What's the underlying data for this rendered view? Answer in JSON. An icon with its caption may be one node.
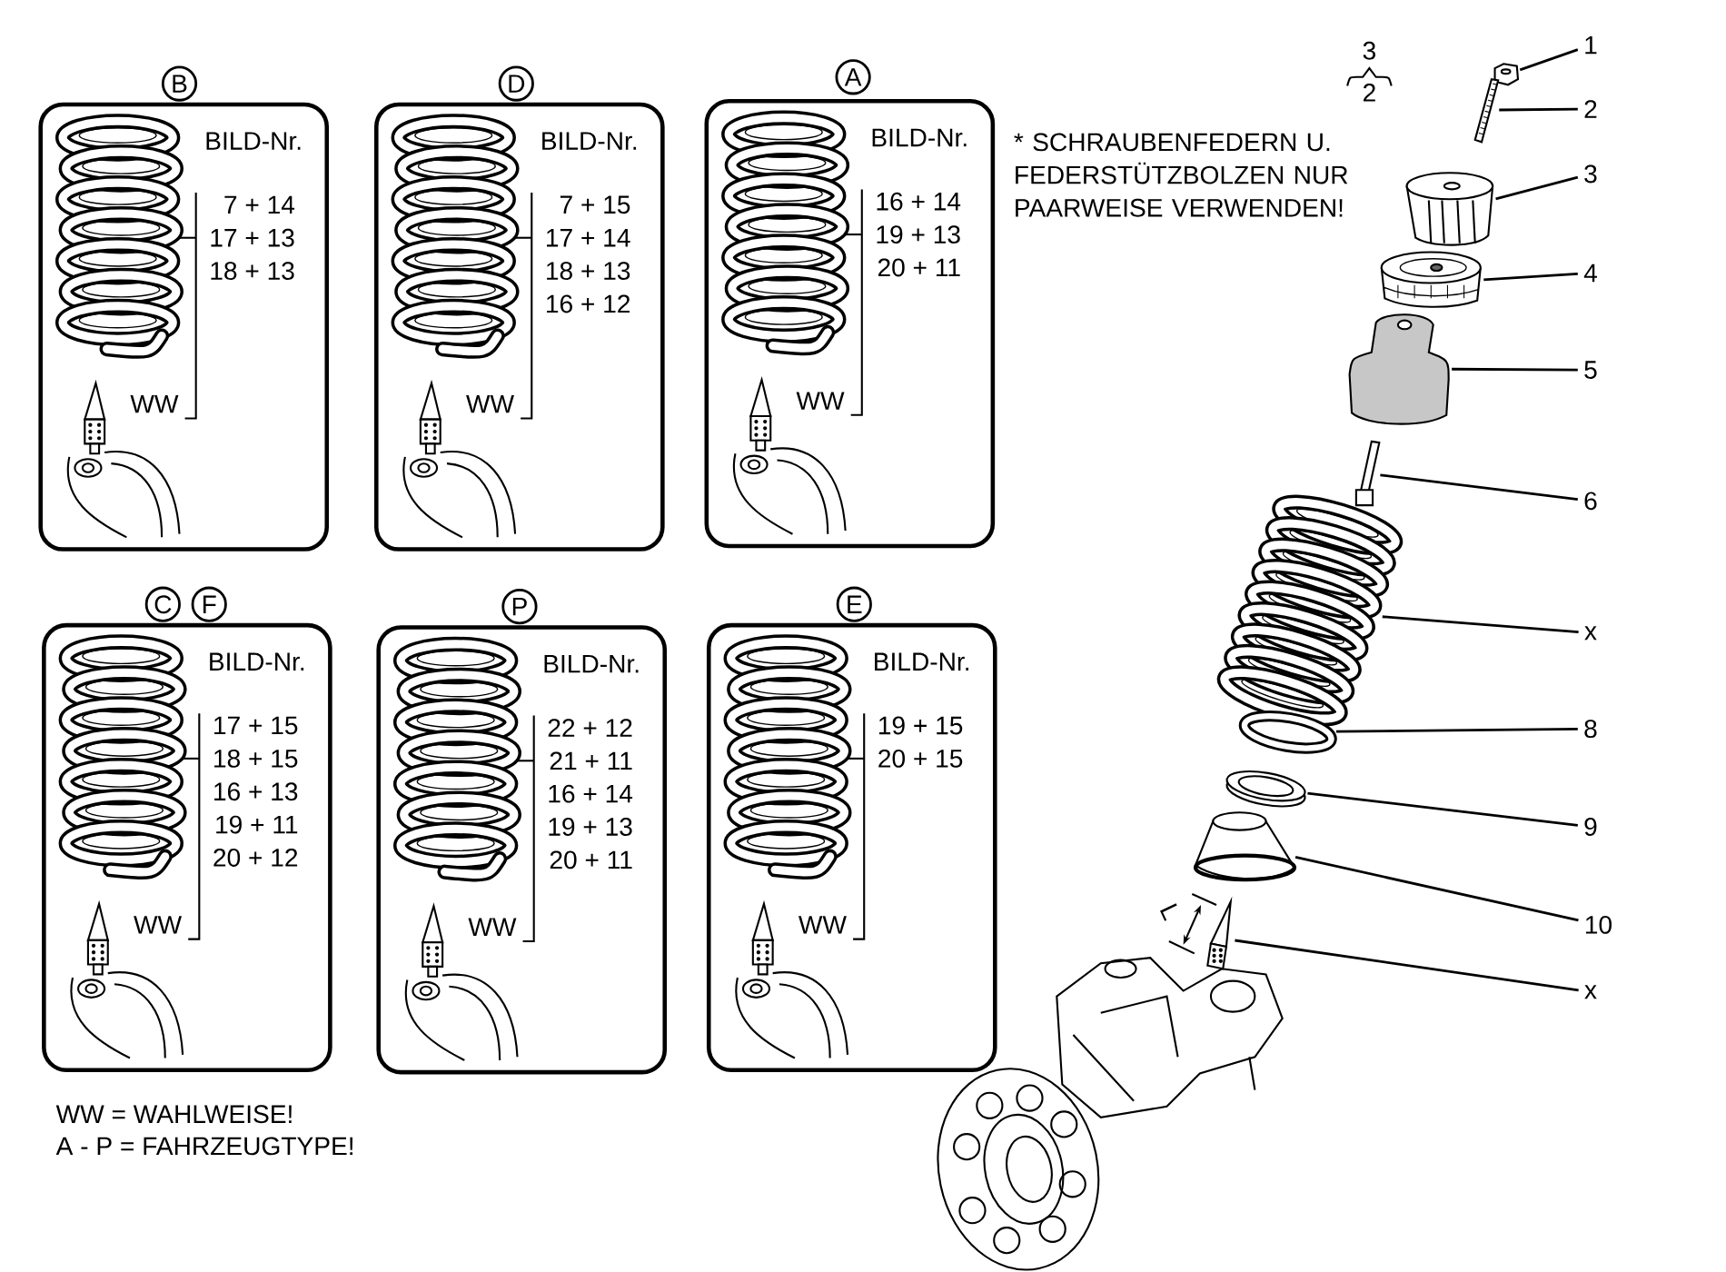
{
  "diagram": {
    "nodes": [
      {
        "text": [
          "B"
        ]
      },
      {
        "text": [
          "BILD-Nr.",
          "7 + 14",
          "17 + 13",
          "18 + 13",
          "WW"
        ]
      },
      {
        "text": [
          "D"
        ]
      },
      {
        "text": [
          "BILD-Nr.",
          "7 + 15",
          "17 + 14",
          "18 + 13",
          "16 + 12",
          "WW"
        ]
      },
      {
        "text": [
          "A"
        ]
      },
      {
        "text": [
          "BILD-Nr.",
          "16 + 14",
          "19 + 13",
          "20 + 11",
          "WW"
        ]
      },
      {
        "text": [
          "C"
        ]
      },
      {
        "text": [
          "F"
        ]
      },
      {
        "text": [
          "BILD-Nr.",
          "17 + 15",
          "18 + 15",
          "16 + 13",
          "19 + 11",
          "20 + 12",
          "WW"
        ]
      },
      {
        "text": [
          "P"
        ]
      },
      {
        "text": [
          "BILD-Nr.",
          "22 + 12",
          "21 + 11",
          "16 + 14",
          "19 + 13",
          "20 + 11",
          "WW"
        ]
      },
      {
        "text": [
          "E"
        ]
      },
      {
        "text": [
          "BILD-Nr.",
          "19 + 15",
          "20 + 15",
          "WW"
        ]
      },
      {
        "text": [
          "1"
        ]
      },
      {
        "text": [
          "2"
        ]
      },
      {
        "text": [
          "3"
        ]
      },
      {
        "text": [
          "4"
        ]
      },
      {
        "text": [
          "5"
        ]
      },
      {
        "text": [
          "6"
        ]
      },
      {
        "text": [
          "x"
        ]
      },
      {
        "text": [
          "8"
        ]
      },
      {
        "text": [
          "9"
        ]
      },
      {
        "text": [
          "10"
        ]
      },
      {
        "text": [
          "x"
        ]
      },
      {
        "text": [],
        "shape": "picture"
      },
      {
        "text": [],
        "shape": "picture"
      },
      {
        "text": [],
        "shape": "picture"
      },
      {
        "text": [],
        "shape": "picture"
      },
      {
        "text": [],
        "shape": "picture"
      },
      {
        "text": [],
        "shape": "picture"
      },
      {
        "text": [],
        "shape": "picture"
      },
      {
        "text": [],
        "shape": "picture"
      },
      {
        "text": [],
        "shape": "picture"
      },
      {
        "text": [],
        "shape": "picture"
      },
      {
        "text": [],
        "shape": "picture"
      }
    ],
    "edges": [
      {
        "from": 13,
        "to": 24,
        "arrow": "none"
      },
      {
        "from": 14,
        "to": 25,
        "arrow": "none"
      },
      {
        "from": 15,
        "to": 26,
        "arrow": "none"
      },
      {
        "from": 16,
        "to": 27,
        "arrow": "none"
      },
      {
        "from": 17,
        "to": 28,
        "arrow": "none"
      },
      {
        "from": 18,
        "to": 29,
        "arrow": "none"
      },
      {
        "from": 19,
        "to": 30,
        "arrow": "none"
      },
      {
        "from": 20,
        "to": 31,
        "arrow": "none"
      },
      {
        "from": 21,
        "to": 32,
        "arrow": "none"
      },
      {
        "from": 22,
        "to": 33,
        "arrow": "none"
      },
      {
        "from": 23,
        "to": 34,
        "arrow": "none"
      }
    ],
    "labels": [
      "3",
      "2",
      "* SCHRAUBENFEDERN U. FEDERSTÜTZBOLZEN NUR PAARWEISE VERWENDEN!",
      "L",
      "WW = WAHLWEISE!",
      "A - P = FAHRZEUGTYPE!"
    ]
  }
}
